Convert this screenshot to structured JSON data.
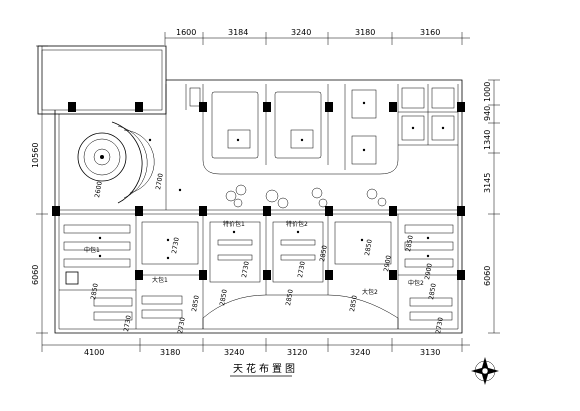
{
  "title": "天花布置图",
  "dims_top": [
    "1600",
    "3184",
    "3240",
    "3180",
    "3160"
  ],
  "dims_bottom": [
    "4100",
    "3180",
    "3240",
    "3120",
    "3240",
    "3130"
  ],
  "dims_left": [
    "10560",
    "6060"
  ],
  "dims_right": [
    "1000",
    "940",
    "1340",
    "3145",
    "6060"
  ],
  "rooms": {
    "zhongbao1": "中包1",
    "dabao1": "大包1",
    "tejia1": "特价包1",
    "tejia2": "特价包2",
    "dabao2": "大包2",
    "zhongbao2": "中包2"
  },
  "heights": {
    "h2600": "2600",
    "h2700": "2700",
    "h2730a": "2730",
    "h2730b": "2730",
    "h2730c": "2730",
    "h2850a": "2850",
    "h2850b": "2850",
    "h2850c": "2850",
    "h2850d": "2850",
    "h2850e": "2850",
    "h2850f": "2850",
    "h2850g": "2850",
    "h2850h": "2850",
    "h2850i": "2850",
    "h2900a": "2900",
    "h2900b": "2900",
    "h2730d": "2730",
    "h2730e": "2730",
    "h2730f": "2730"
  }
}
